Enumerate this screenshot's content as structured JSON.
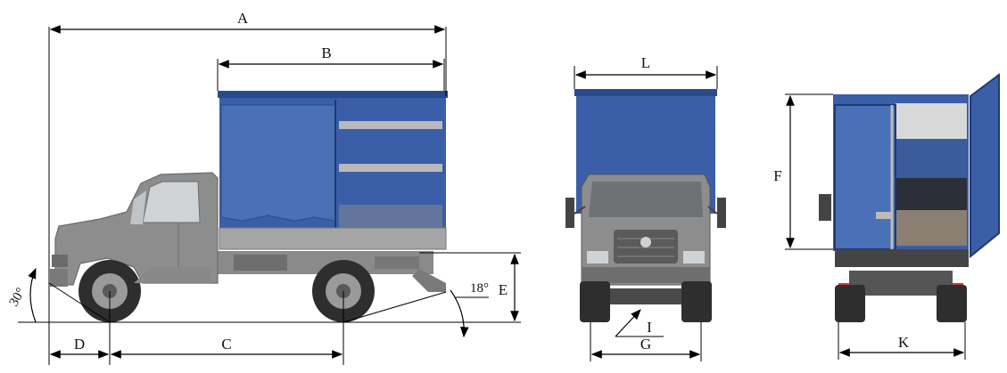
{
  "labels": {
    "A": "A",
    "B": "B",
    "C": "C",
    "D": "D",
    "E": "E",
    "F": "F",
    "G": "G",
    "I": "I",
    "K": "K",
    "L": "L"
  },
  "angles": {
    "approach": "30°",
    "departure": "18°"
  },
  "colors": {
    "tarp": "#3a5ea8",
    "tarp_dark": "#2b4a8c",
    "cab": "#8d8d8d",
    "cab_dark": "#6b6b6b",
    "chassis": "#9a9a9a",
    "tire": "#2e2e2e",
    "light_red": "#d23a2a"
  }
}
